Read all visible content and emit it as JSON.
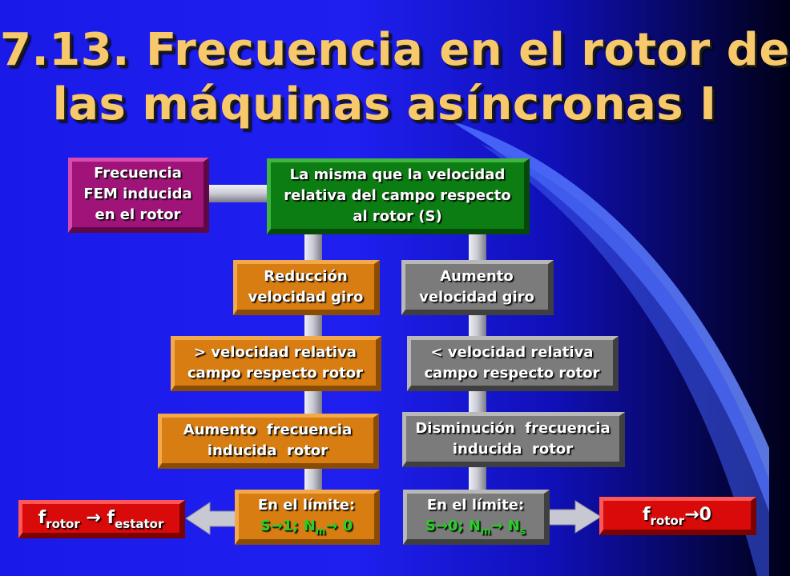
{
  "title": {
    "line1": "7.13. Frecuencia en el rotor de",
    "line2": "las máquinas asíncronas I"
  },
  "boxes": {
    "frecuencia": [
      "Frecuencia",
      "FEM inducida",
      "en el rotor"
    ],
    "misma": [
      "La misma que la velocidad",
      "relativa del campo respecto",
      "al rotor (S)"
    ],
    "reduccion": [
      "Reducción",
      "velocidad giro"
    ],
    "aumento_vel": [
      "Aumento",
      "velocidad giro"
    ],
    "mayor_vel": [
      "> velocidad relativa",
      "campo respecto rotor"
    ],
    "menor_vel": [
      "< velocidad relativa",
      "campo respecto rotor"
    ],
    "aumento_frec": [
      "Aumento  frecuencia",
      "inducida  rotor"
    ],
    "dism_frec": [
      "Disminución  frecuencia",
      "inducida  rotor"
    ],
    "limite_izq": {
      "line1": "En el límite:",
      "s_part": "S",
      "s_arrow": "→",
      "s_value": "1; N",
      "n_sub": "m",
      "n_arrow": "→",
      "n_value": " 0"
    },
    "limite_der": {
      "line1": "En el límite:",
      "s_part": "S",
      "s_arrow": "→",
      "s_value": "0; N",
      "n_sub": "m",
      "n_arrow": "→",
      "n_value": " N",
      "n_value_sub": "s"
    },
    "f_estator": {
      "f1": "f",
      "sub1": "rotor",
      "arrow": "→",
      "f2": "f",
      "sub2": "estator"
    },
    "f_cero": {
      "f1": "f",
      "sub1": "rotor",
      "arrow": "→",
      "value": "0"
    }
  },
  "colors": {
    "title": "#f8c96a",
    "orange_box": "#d77d12",
    "grey_box": "#7b7b7b",
    "green_box": "#0c7d12",
    "magenta_box": "#a0147a",
    "red_box": "#d80a0a",
    "limit_text": "#25d225",
    "connector": "#c8c8d2"
  }
}
